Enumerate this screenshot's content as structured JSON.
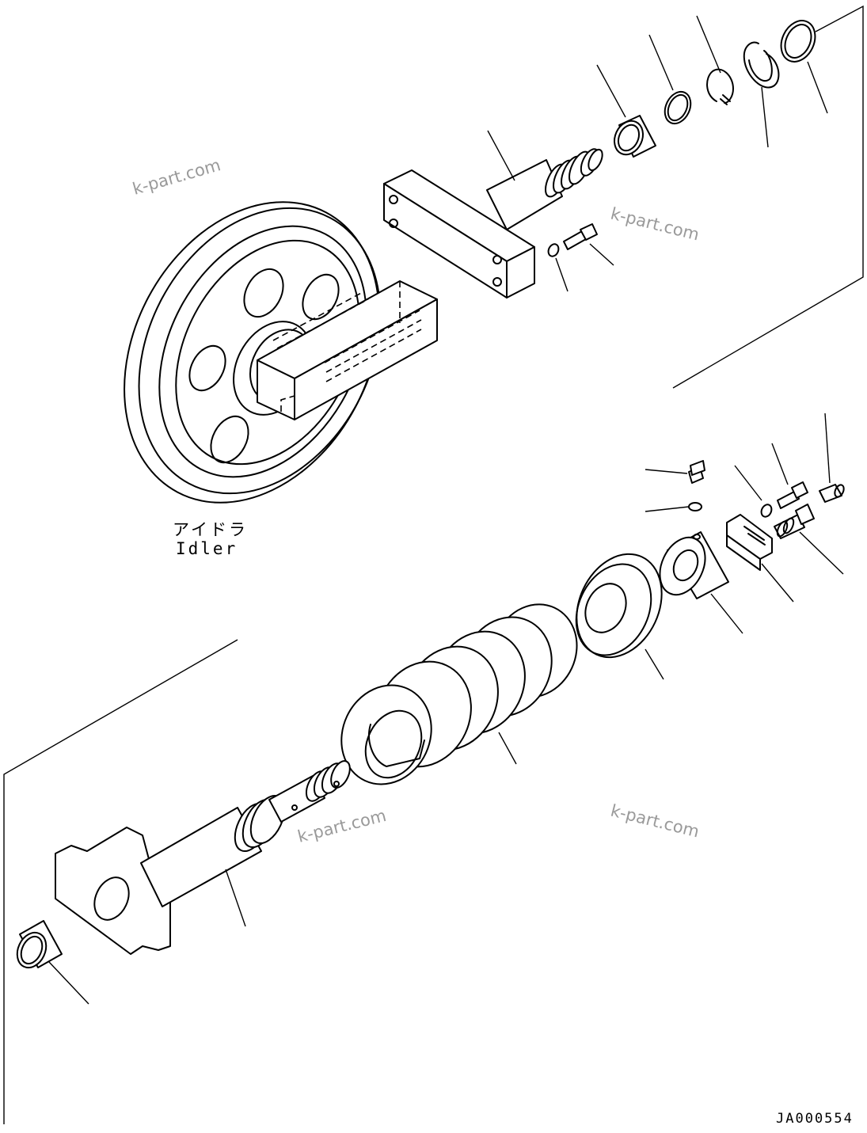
{
  "diagram": {
    "drawing_code": "JA000554",
    "callout_label_jp": "アイドラ",
    "callout_label_en": "Idler",
    "watermarks": [
      "k-part.com",
      "k-part.com",
      "k-part.com",
      "k-part.com"
    ]
  }
}
